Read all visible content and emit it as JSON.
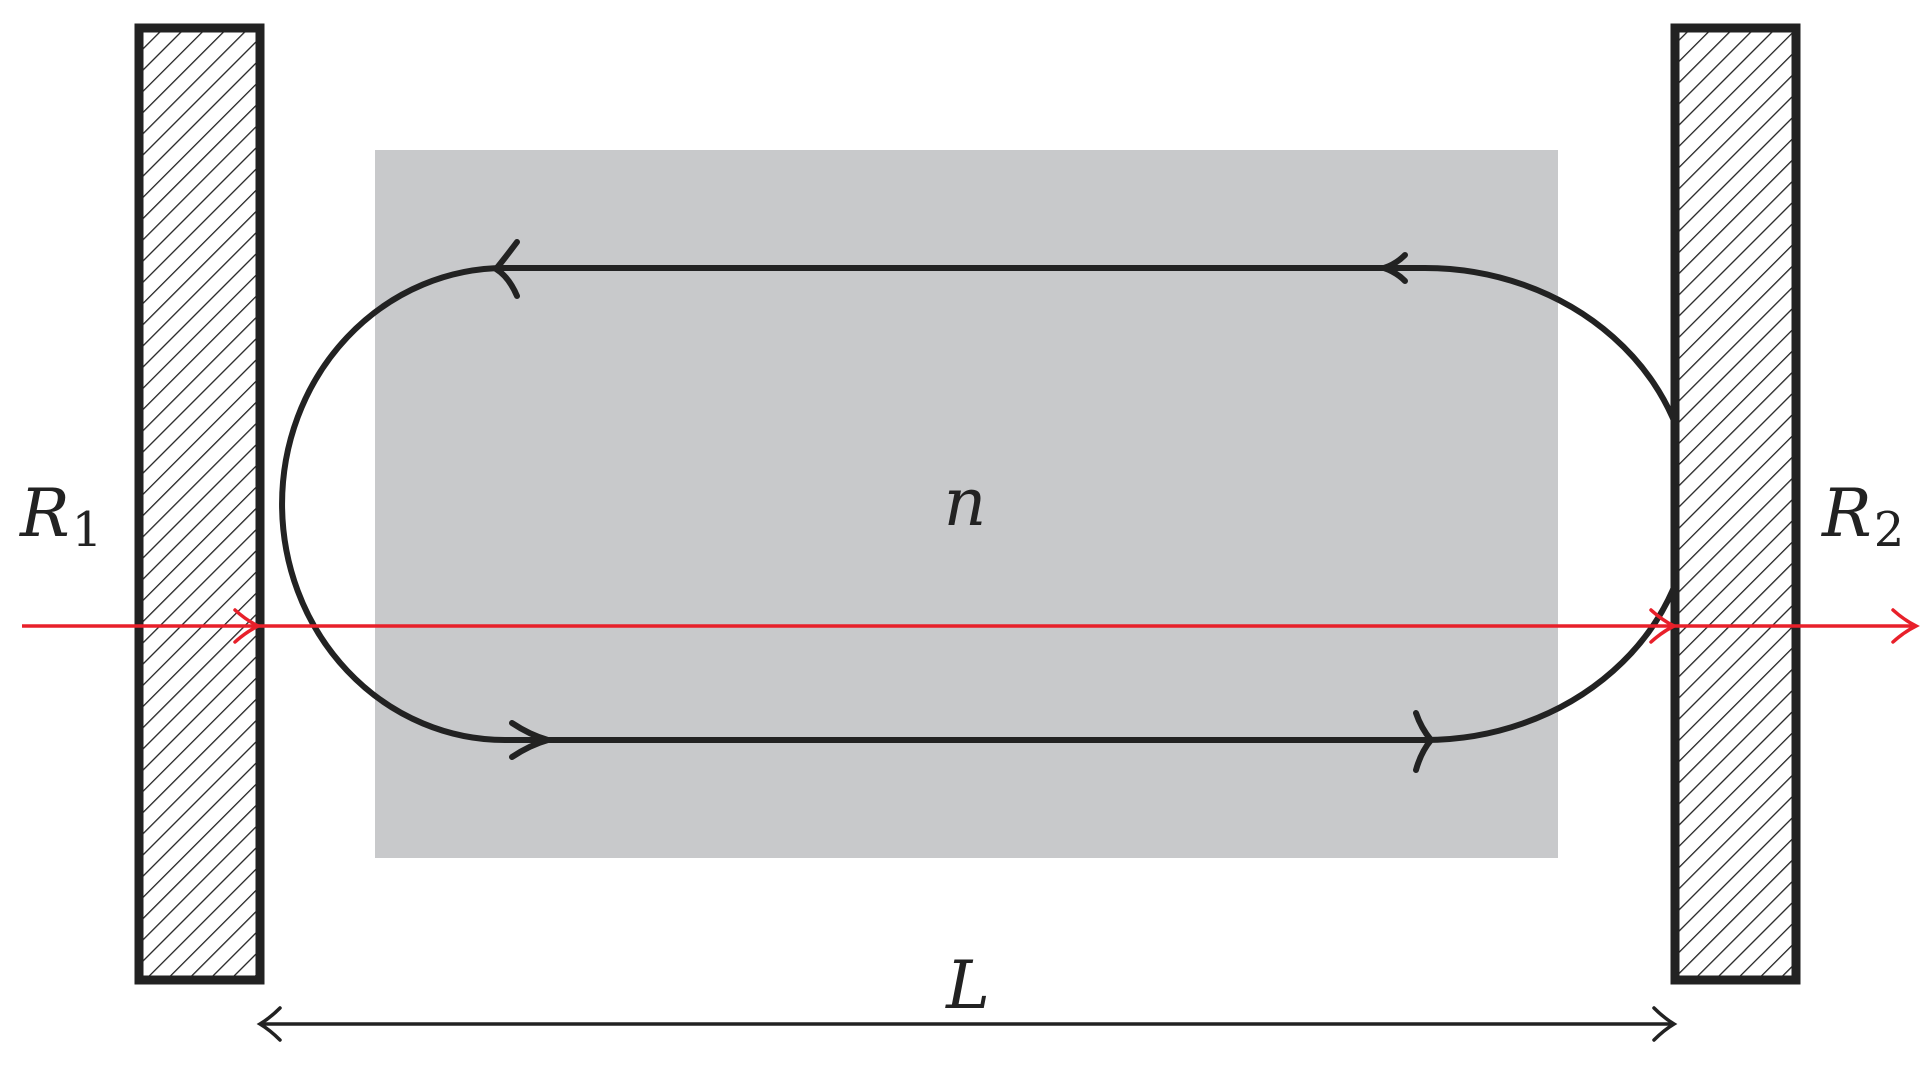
{
  "mirror_left": {
    "label": "R",
    "subscript": "1"
  },
  "mirror_right": {
    "label": "R",
    "subscript": "2"
  },
  "medium": {
    "label": "n"
  },
  "length": {
    "label": "L"
  },
  "colors": {
    "medium_fill": "#c8c9cb",
    "beam": "#e8202a",
    "loop": "#222222",
    "mirror_outline": "#222222",
    "hatch": "#222222",
    "background": "#ffffff"
  }
}
